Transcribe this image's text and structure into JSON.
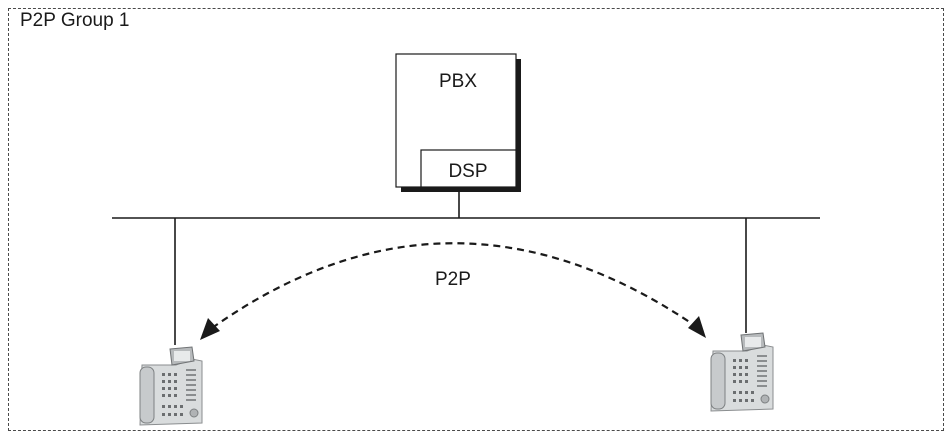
{
  "group": {
    "label": "P2P Group 1"
  },
  "pbx": {
    "label": "PBX",
    "dsp_label": "DSP"
  },
  "link": {
    "label": "P2P"
  },
  "phones": [
    {
      "icon": "desk-phone-icon"
    },
    {
      "icon": "desk-phone-icon"
    }
  ],
  "colors": {
    "line": "#1a1a1a",
    "frame": "#4a4a4a",
    "phone_body": "#d9dcdd"
  }
}
